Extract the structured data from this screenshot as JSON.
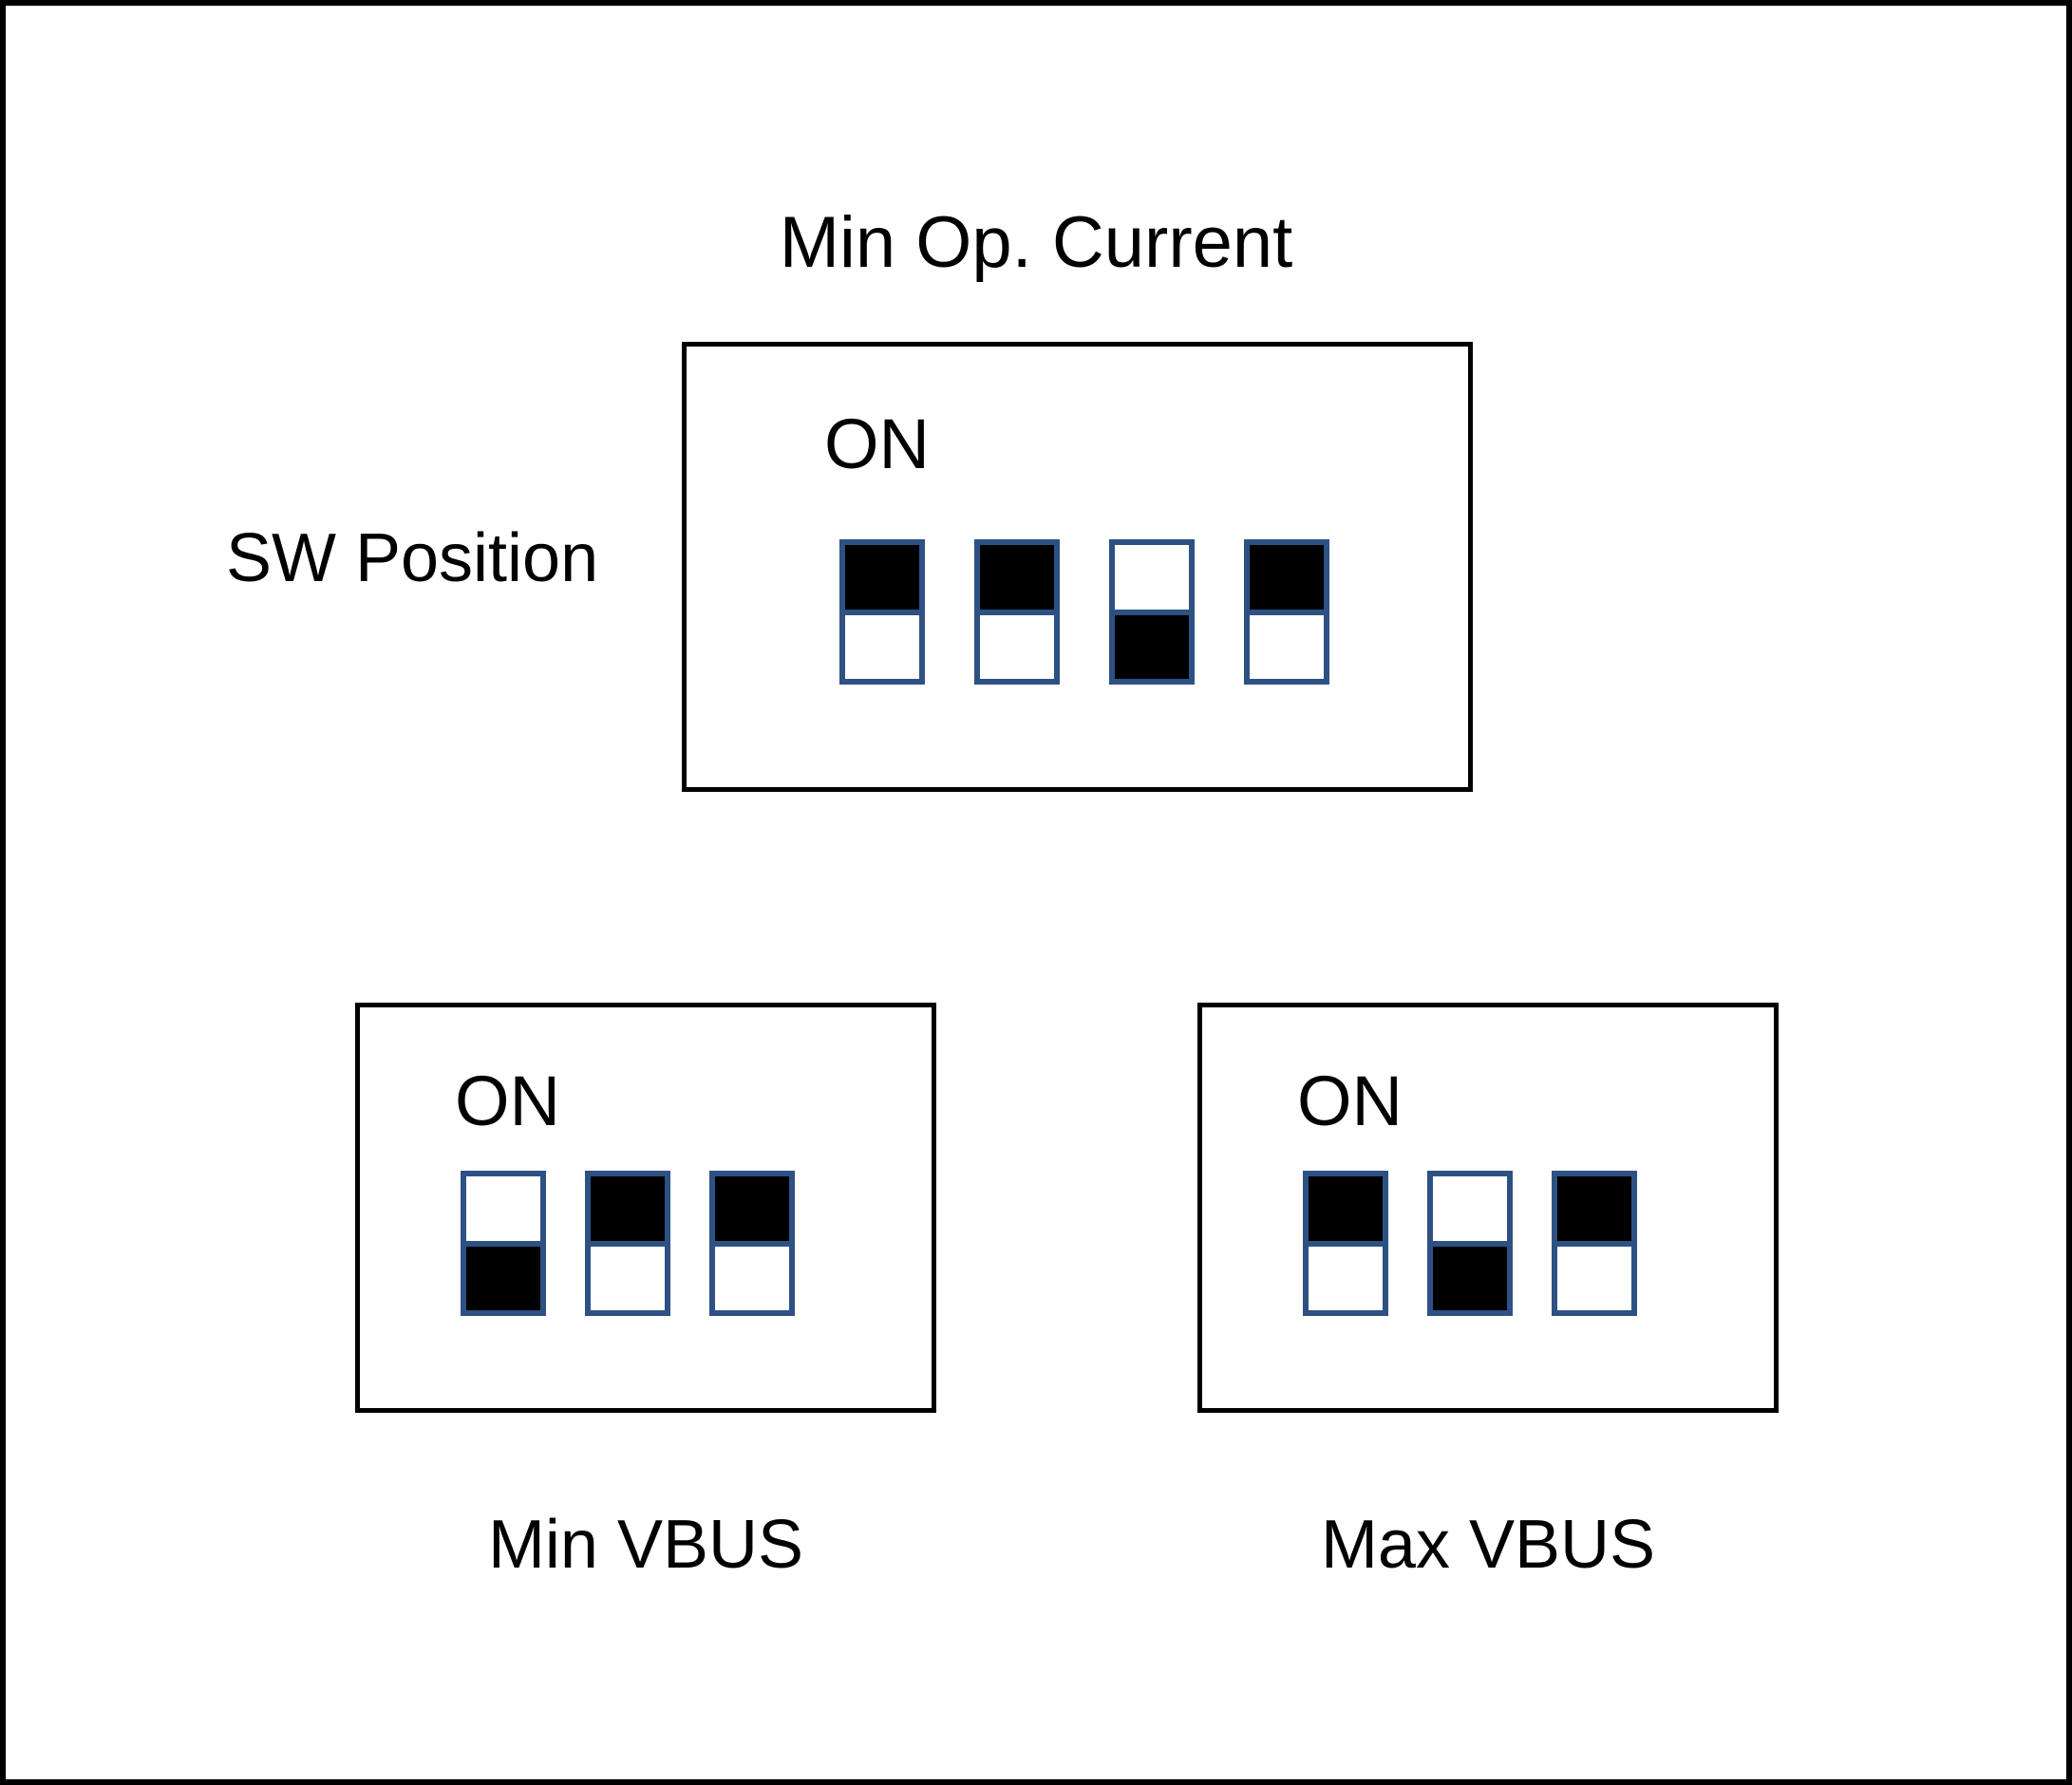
{
  "diagram": {
    "title": "Min Op. Current",
    "row_label": "SW Position",
    "on_label": "ON",
    "colors": {
      "switch_border": "#2E5184",
      "switch_on_fill": "#000000",
      "housing_border": "#000000",
      "background": "#FFFFFF"
    },
    "blocks": [
      {
        "id": "min-op-current",
        "title": "Min Op. Current",
        "title_position": "above",
        "on_label": "ON",
        "switch_count": 4,
        "switches": [
          {
            "index": 1,
            "state": "ON",
            "filled_half": "top"
          },
          {
            "index": 2,
            "state": "ON",
            "filled_half": "top"
          },
          {
            "index": 3,
            "state": "OFF",
            "filled_half": "bottom"
          },
          {
            "index": 4,
            "state": "ON",
            "filled_half": "top"
          }
        ]
      },
      {
        "id": "min-vbus",
        "title": "Min VBUS",
        "title_position": "below",
        "on_label": "ON",
        "switch_count": 3,
        "switches": [
          {
            "index": 1,
            "state": "OFF",
            "filled_half": "bottom"
          },
          {
            "index": 2,
            "state": "ON",
            "filled_half": "top"
          },
          {
            "index": 3,
            "state": "ON",
            "filled_half": "top"
          }
        ]
      },
      {
        "id": "max-vbus",
        "title": "Max VBUS",
        "title_position": "below",
        "on_label": "ON",
        "switch_count": 3,
        "switches": [
          {
            "index": 1,
            "state": "ON",
            "filled_half": "top"
          },
          {
            "index": 2,
            "state": "OFF",
            "filled_half": "bottom"
          },
          {
            "index": 3,
            "state": "ON",
            "filled_half": "top"
          }
        ]
      }
    ]
  }
}
